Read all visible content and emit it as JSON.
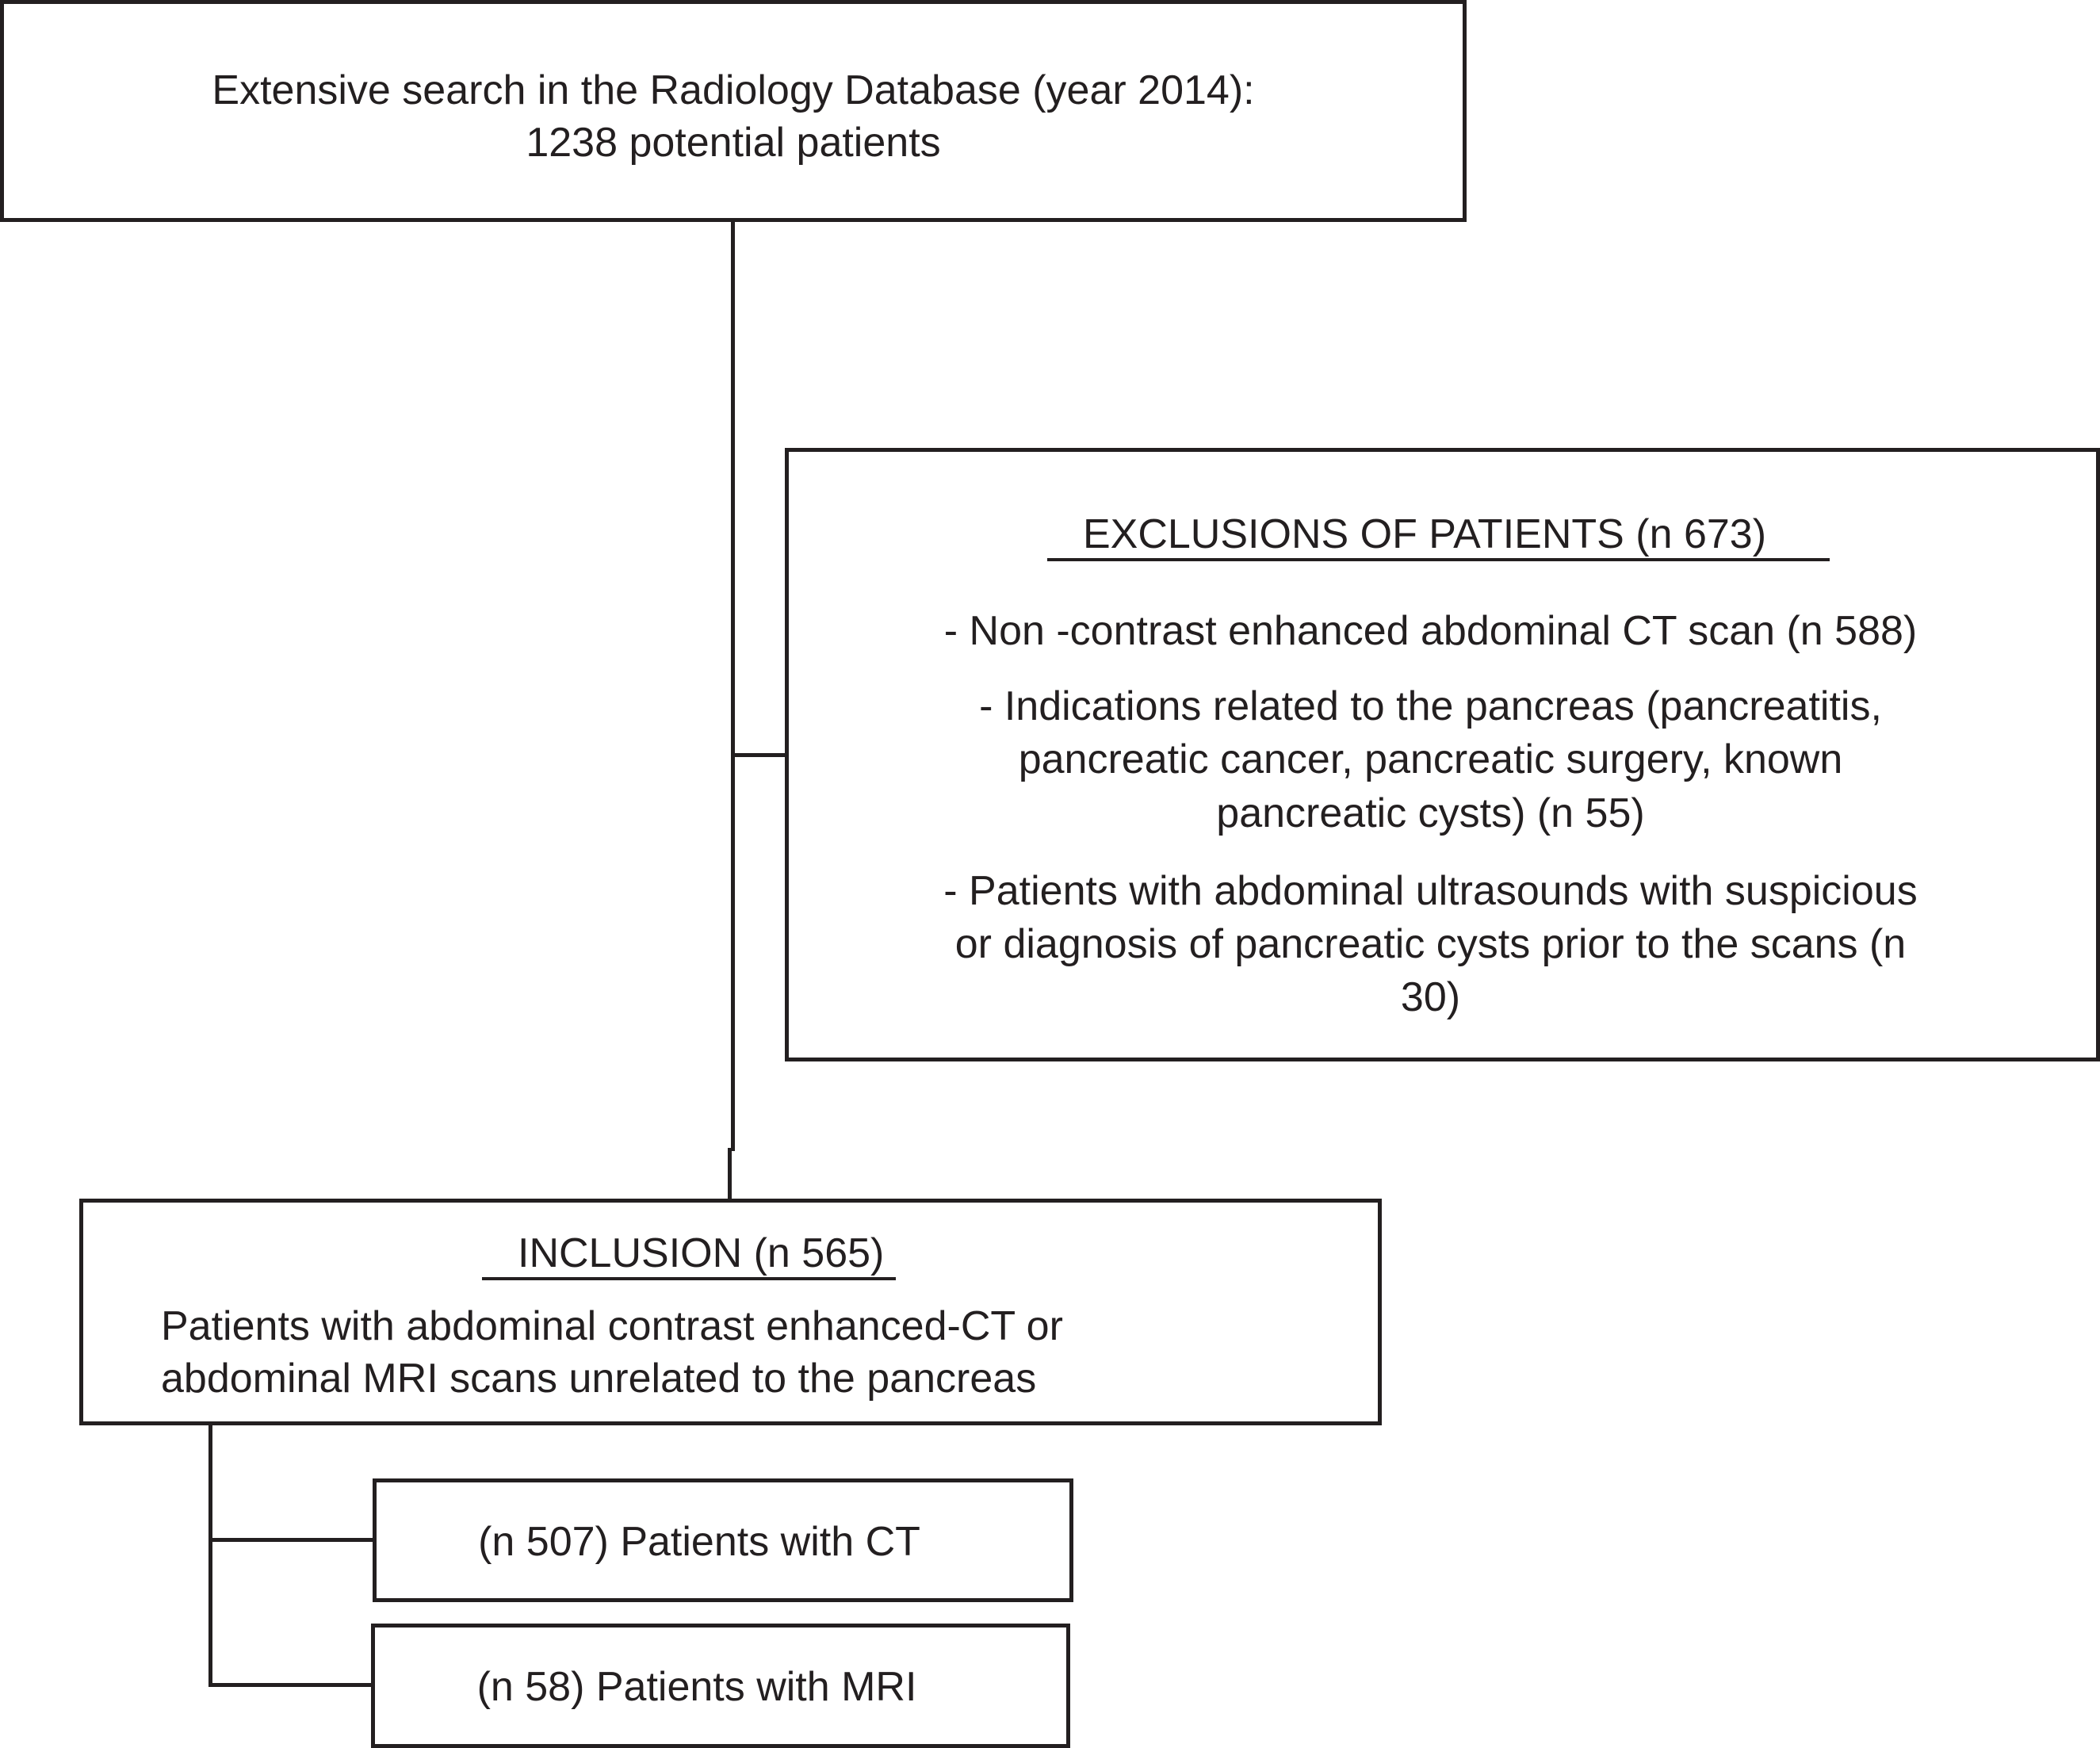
{
  "search_box": {
    "line1": "Extensive search in the Radiology Database (year 2014):",
    "line2": "1238 potential patients"
  },
  "exclusion_box": {
    "heading": "EXCLUSIONS OF PATIENTS (n 673)",
    "item1": "- Non -contrast enhanced abdominal CT scan (n 588)",
    "item2_line1": "- Indications related to the pancreas (pancreatitis,",
    "item2_line2": "pancreatic cancer, pancreatic surgery, known",
    "item2_line3": "pancreatic cysts) (n 55)",
    "item3_line1": "- Patients with abdominal ultrasounds with suspicious",
    "item3_line2": "or diagnosis of pancreatic cysts prior to the scans (n",
    "item3_line3": "30)"
  },
  "inclusion_box": {
    "heading": "INCLUSION (n 565)",
    "line1": "Patients with abdominal contrast enhanced-CT or",
    "line2": "abdominal MRI scans unrelated to the pancreas"
  },
  "ct_box": {
    "label": "(n 507) Patients with CT"
  },
  "mri_box": {
    "label": "(n 58) Patients with MRI"
  }
}
